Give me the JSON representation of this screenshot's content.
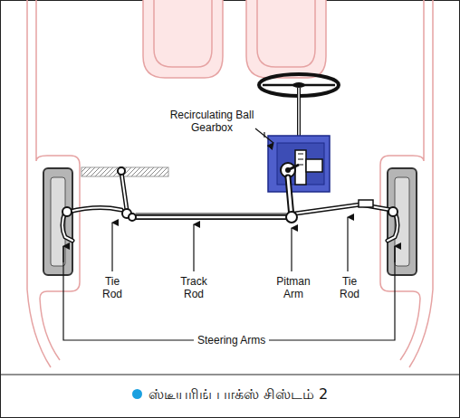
{
  "diagram": {
    "caption": "ஸ்டீயரிங் பாக்ஸ் சிஸ்டம் 2",
    "labels": [
      "Recirculating Ball Gearbox",
      "Tie Rod",
      "Track Rod",
      "Pitman Arm",
      "Tie Rod",
      "Steering Arms"
    ]
  }
}
